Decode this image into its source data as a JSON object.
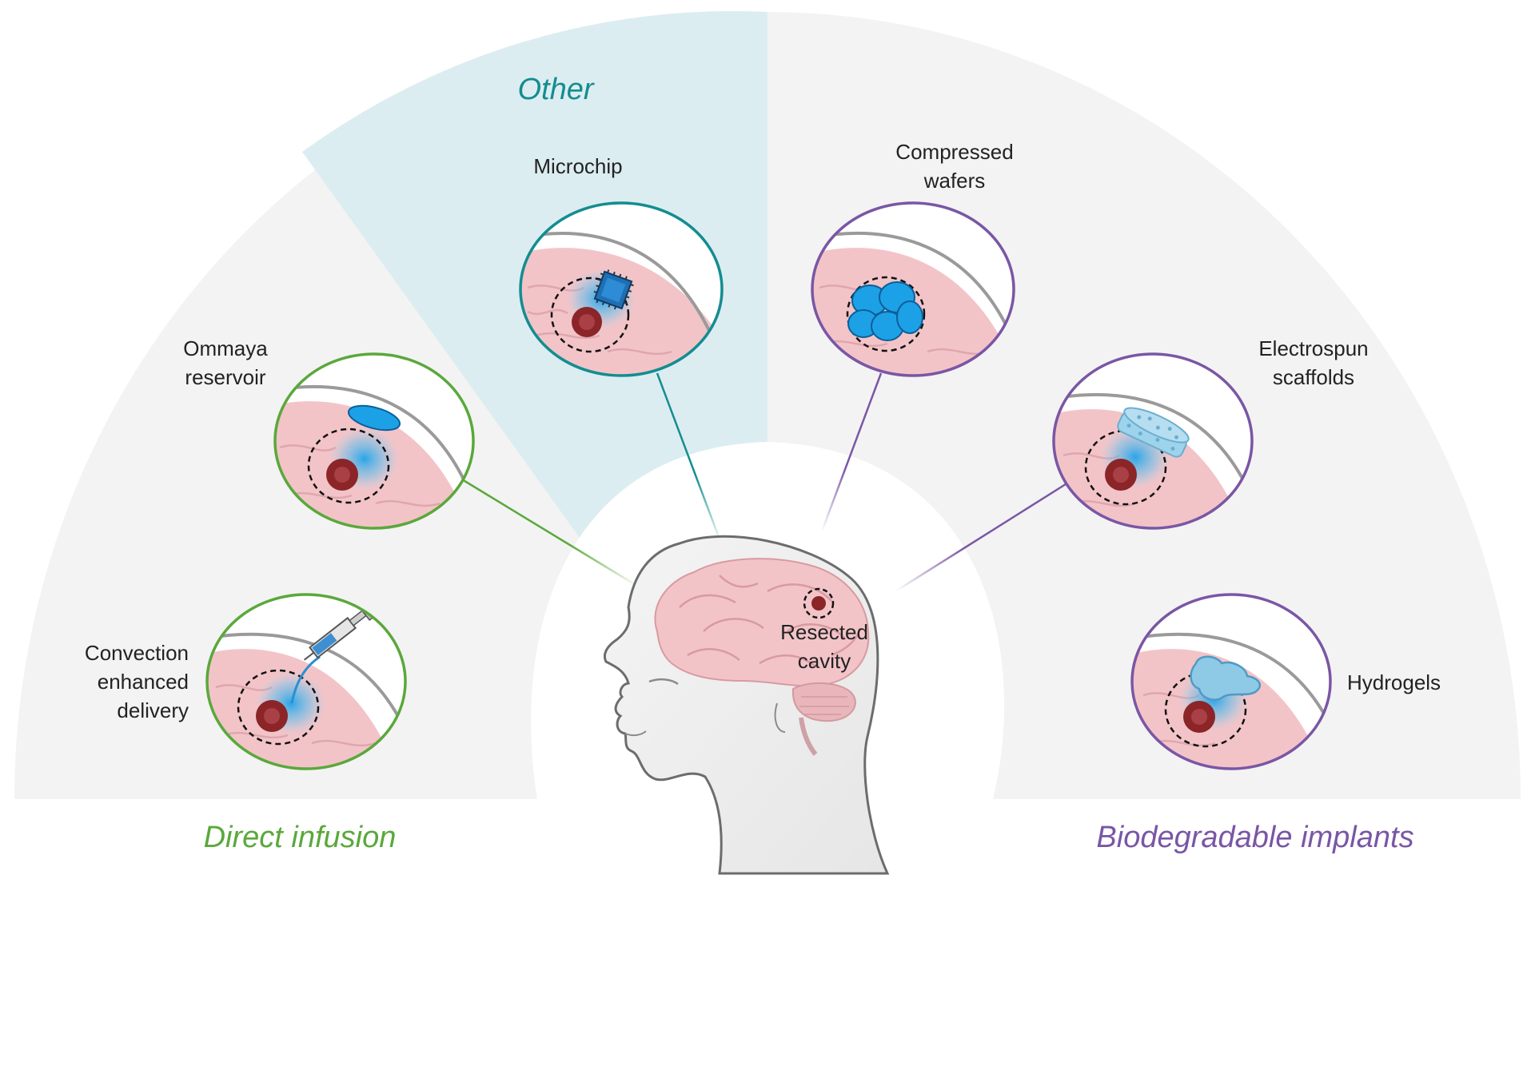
{
  "categories": {
    "other": {
      "label": "Other",
      "color": "#138d90"
    },
    "direct_infusion": {
      "label": "Direct infusion",
      "color": "#5aa83b"
    },
    "biodegradable": {
      "label": "Biodegradable implants",
      "color": "#7a56a5"
    }
  },
  "items": {
    "microchip": "Microchip",
    "ommaya": "Ommaya\nreservoir",
    "convection": "Convection\nenhanced\ndelivery",
    "wafers": "Compressed\nwafers",
    "electrospun": "Electrospun\nscaffolds",
    "hydrogels": "Hydrogels"
  },
  "center_label": "Resected\ncavity",
  "colors": {
    "sector_bg": "#f3f3f3",
    "other_bg": "#dcedf1",
    "brain_pink": "#f2c4c8",
    "tumor": "#8b2528",
    "drug_blue": "#29a8e8"
  }
}
